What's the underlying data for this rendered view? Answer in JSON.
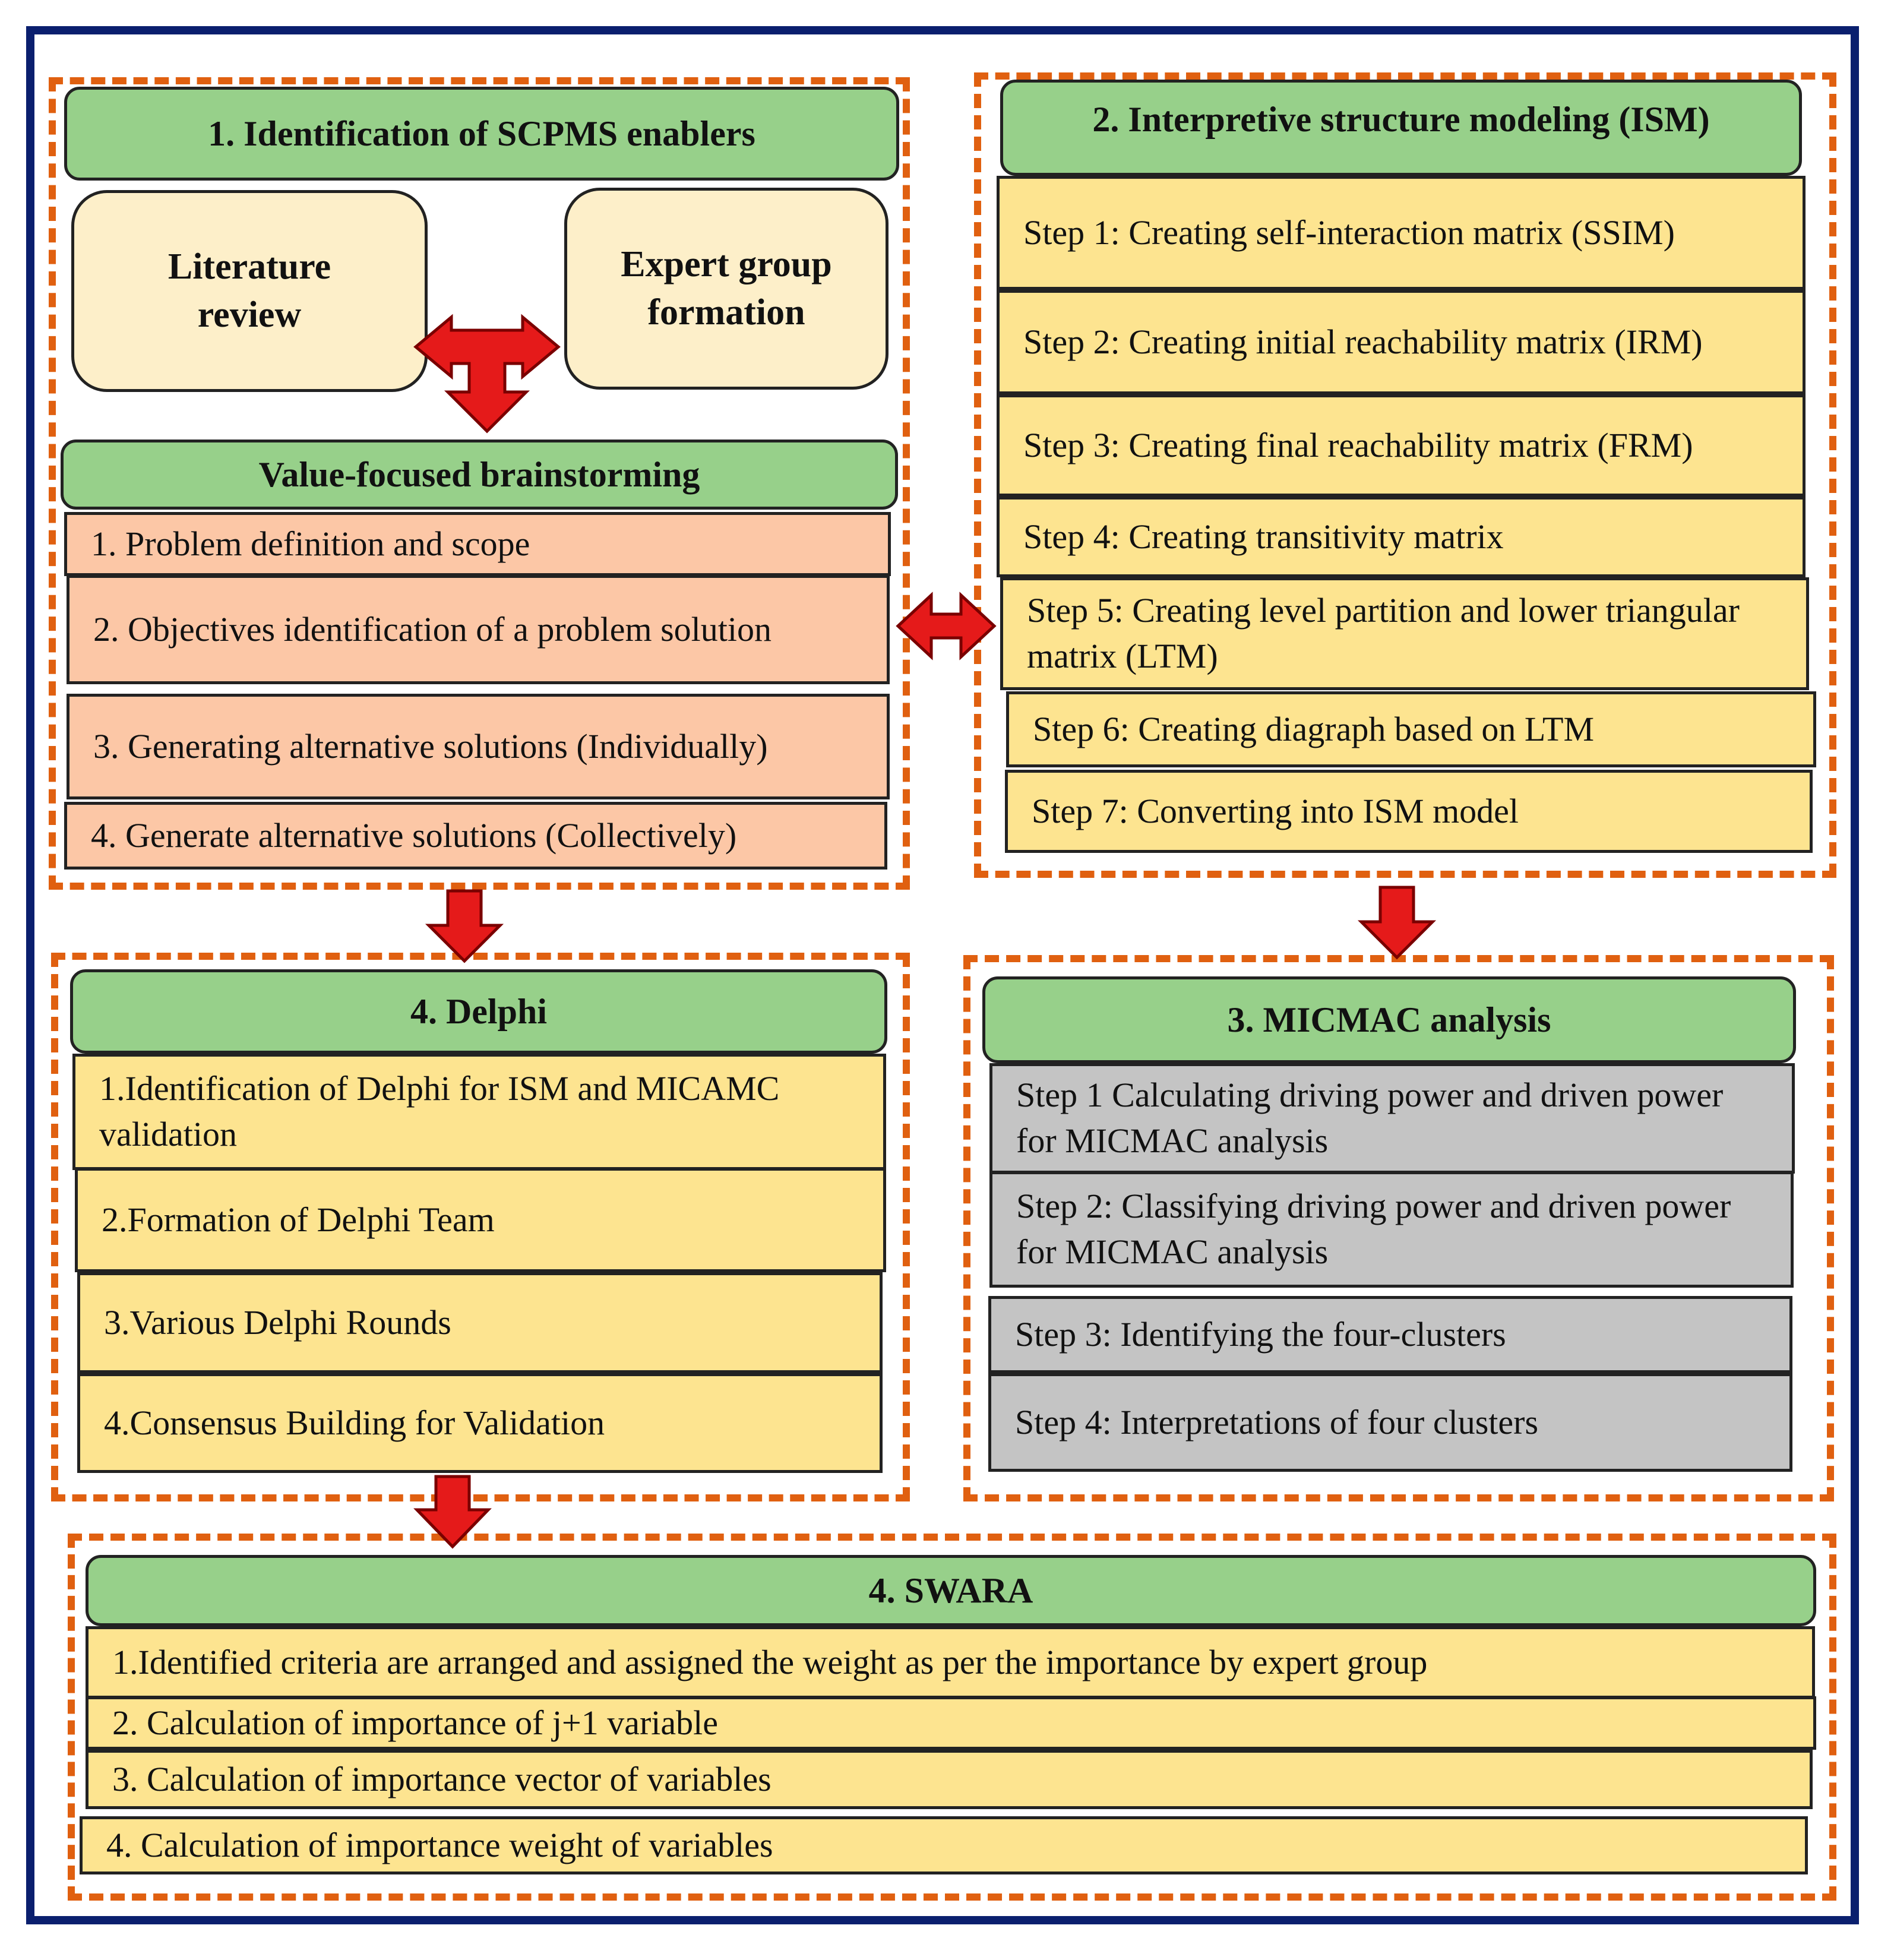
{
  "s1": {
    "title": "1. Identification of SCPMS enablers",
    "lit": "Literature review",
    "expert": "Expert group formation",
    "vfb": "Value-focused brainstorming",
    "items": [
      "1. Problem definition and scope",
      "2. Objectives identification of a problem solution",
      "3. Generating alternative solutions (Individually)",
      "4. Generate alternative solutions (Collectively)"
    ]
  },
  "s2": {
    "title": "2. Interpretive structure modeling (ISM)",
    "items": [
      "Step 1: Creating self-interaction matrix (SSIM)",
      "Step 2: Creating initial reachability matrix (IRM)",
      "Step 3: Creating final reachability matrix (FRM)",
      "Step 4: Creating  transitivity matrix",
      "Step 5: Creating  level partition and lower triangular matrix (LTM)",
      "Step 6: Creating  diagraph based on LTM",
      "Step 7: Converting into ISM model"
    ]
  },
  "s3": {
    "title": "3. MICMAC analysis",
    "items": [
      "Step 1 Calculating driving power and driven power for MICMAC analysis",
      "Step 2: Classifying driving power and driven power for MICMAC analysis",
      "Step 3: Identifying the four-clusters",
      "Step 4: Interpretations of four clusters"
    ]
  },
  "s4": {
    "title": "4. Delphi",
    "items": [
      "1.Identification of Delphi for ISM and MICAMC validation",
      "2.Formation of Delphi Team",
      "3.Various Delphi Rounds",
      "4.Consensus Building for Validation"
    ]
  },
  "s5": {
    "title": "4. SWARA",
    "items": [
      "1.Identified criteria are arranged and assigned the weight as per the importance by expert group",
      "2. Calculation of importance of j+1 variable",
      "3. Calculation of importance vector of variables",
      "4. Calculation of importance weight of variables"
    ]
  },
  "colors": {
    "frame": "#0a1f6e",
    "dashed_border": "#e06010",
    "header_green": "#97d08a",
    "step_yellow": "#fde490",
    "step_peach": "#fcc7a6",
    "step_gray": "#c4c4c4",
    "cream": "#fdefc9",
    "arrow_red": "#e51a1a"
  }
}
